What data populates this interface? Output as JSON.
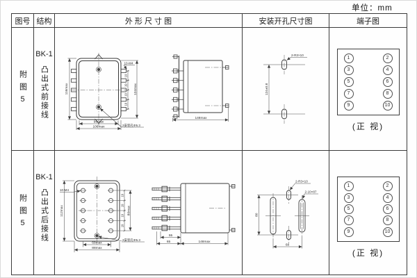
{
  "page": {
    "unit_label": "单位：mm"
  },
  "table": {
    "headers": {
      "fig_no": "图号",
      "structure": "结构",
      "outline": "外 形 尺 寸 图",
      "install": "安装开孔尺寸图",
      "terminal": "端子图"
    }
  },
  "rows": [
    {
      "fig_no": "附图5",
      "model": "BK-1",
      "structure": "凸出式前接线",
      "outline": {
        "front": {
          "left_height": "116max",
          "pitches": [
            "19",
            "19",
            "19",
            "19"
          ],
          "right_height": "124max",
          "thread_label": "10-M4",
          "width_inner": "96max",
          "width_outer": "106max",
          "mount_label": "2安装孔Φ5.3"
        },
        "side": {
          "depth": "148max"
        }
      },
      "install": {
        "slots_label": "2-R3×10",
        "v_dim": "124±0.8"
      },
      "terminal": {
        "numbers": [
          "1",
          "2",
          "3",
          "4",
          "5",
          "6",
          "7",
          "8",
          "9",
          "10"
        ],
        "view_label": "(正 视)"
      }
    },
    {
      "fig_no": "附图5",
      "model": "BK-1",
      "structure": "凸出式后接线",
      "outline": {
        "front": {
          "left_height": "112max",
          "pitches": [
            "19",
            "19",
            "19",
            "19"
          ],
          "right_height": "80max",
          "thread_label": "10-M4",
          "width_inner": "68max",
          "width_outer": "88max",
          "mount_label": "2安装孔Φ5.3"
        },
        "side": {
          "stud_dim": "55",
          "stud_dim2": "65",
          "depth": "148max"
        }
      },
      "install": {
        "slots_label": "2-R3×10",
        "slots2_label": "2-10×87",
        "v_dim": "80",
        "h_dim": "68"
      },
      "terminal": {
        "numbers": [
          "1",
          "2",
          "3",
          "4",
          "5",
          "6",
          "7",
          "8",
          "9",
          "10"
        ],
        "view_label": "(正 视)"
      }
    }
  ]
}
